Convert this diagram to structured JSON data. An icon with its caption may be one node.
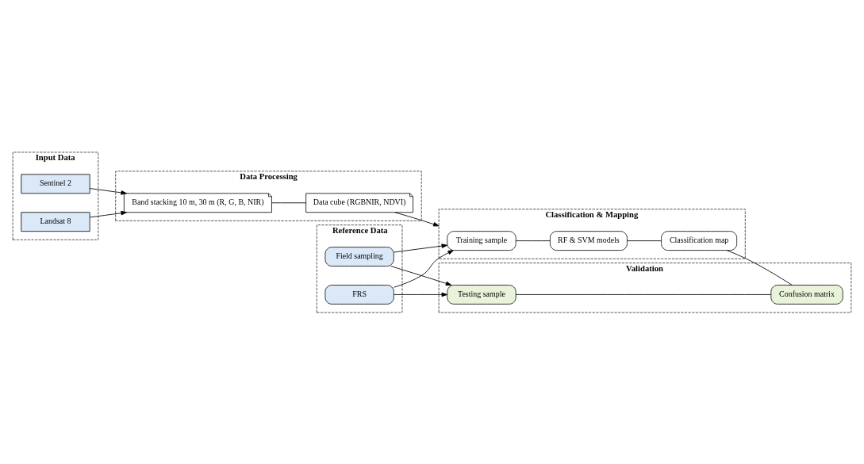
{
  "diagram": {
    "nodes": [
      {
        "text": [
          "Input Data"
        ]
      },
      {
        "text": [
          "Sentinel 2"
        ],
        "in": 0
      },
      {
        "text": [
          "Landsat 8"
        ],
        "in": 0
      },
      {
        "text": [
          "Data Processing"
        ]
      },
      {
        "text": [
          "Band stacking 10 m, 30 m (R, G, B, NIR)"
        ],
        "in": 3
      },
      {
        "text": [
          "Data cube (RGBNIR, NDVI)"
        ],
        "in": 3
      },
      {
        "text": [
          "Reference Data"
        ]
      },
      {
        "text": [
          "Field sampling"
        ],
        "in": 6
      },
      {
        "text": [
          "FRS"
        ],
        "in": 6
      },
      {
        "text": [
          "Classification & Mapping"
        ]
      },
      {
        "text": [
          "Training sample"
        ],
        "in": 9
      },
      {
        "text": [
          "RF & SVM models"
        ],
        "in": 9
      },
      {
        "text": [
          "Classification map"
        ],
        "in": 9
      },
      {
        "text": [
          "Validation"
        ]
      },
      {
        "text": [
          "Testing sample"
        ],
        "in": 13
      },
      {
        "text": [
          "Confusion matrix"
        ],
        "in": 13
      }
    ],
    "edges": [
      {
        "from": 1,
        "to": 4,
        "arrow": "to"
      },
      {
        "from": 2,
        "to": 4,
        "arrow": "to"
      },
      {
        "from": 4,
        "to": 5,
        "arrow": "none"
      },
      {
        "from": 5,
        "to": 9,
        "arrow": "to"
      },
      {
        "from": 7,
        "to": 10,
        "arrow": "to"
      },
      {
        "from": 7,
        "to": 14,
        "arrow": "to"
      },
      {
        "from": 8,
        "to": 10,
        "arrow": "to"
      },
      {
        "from": 8,
        "to": 14,
        "arrow": "to"
      },
      {
        "from": 10,
        "to": 11,
        "arrow": "none"
      },
      {
        "from": 11,
        "to": 12,
        "arrow": "none"
      },
      {
        "from": 12,
        "to": 15,
        "arrow": "none"
      },
      {
        "from": 14,
        "to": 15,
        "arrow": "none"
      }
    ]
  }
}
